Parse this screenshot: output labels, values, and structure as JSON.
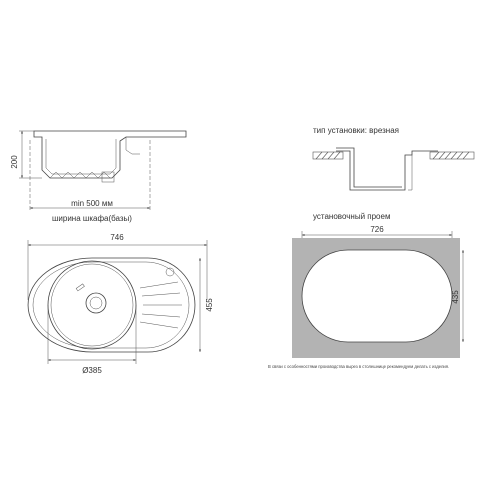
{
  "side_view": {
    "height_label": "200",
    "cabinet_label_line1": "min 500 мм",
    "cabinet_label_line2": "ширина шкафа(базы)"
  },
  "top_view": {
    "width_label": "746",
    "height_label": "455",
    "bowl_diameter_label": "Ø385"
  },
  "install": {
    "type_label": "тип установки: врезная"
  },
  "cutout": {
    "title": "установочный проем",
    "width_label": "726",
    "height_label": "435",
    "note": "В связи с особенностями производства вырез в столешнице рекомендуем делать с изделия."
  }
}
